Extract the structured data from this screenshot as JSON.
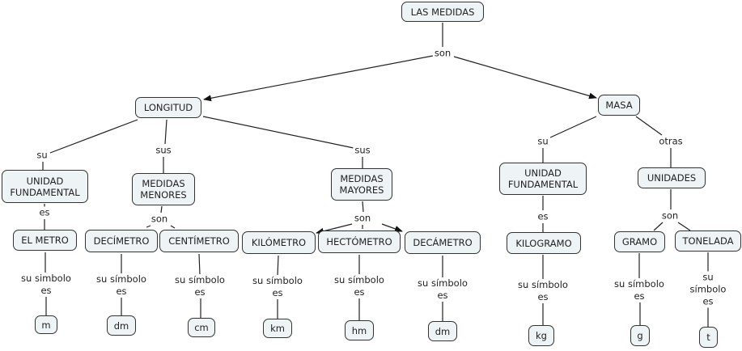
{
  "title": "LAS MEDIDAS",
  "colors": {
    "node_fill": "#eef3f6",
    "node_border": "#333333",
    "line": "#222222"
  },
  "concepts": {
    "root": "LAS MEDIDAS",
    "longitud": "LONGITUD",
    "masa": "MASA",
    "unidad_fund_long": "UNIDAD\nFUNDAMENTAL",
    "medidas_menores": "MEDIDAS\nMENORES",
    "medidas_mayores": "MEDIDAS\nMAYORES",
    "el_metro": "EL METRO",
    "decimetro": "DECÍMETRO",
    "centimetro": "CENTÍMETRO",
    "kilometro": "KILÓMETRO",
    "hectometro": "HECTÓMETRO",
    "decametro": "DECÁMETRO",
    "unidad_fund_masa": "UNIDAD\nFUNDAMENTAL",
    "unidades": "UNIDADES",
    "kilogramo": "KILOGRAMO",
    "gramo": "GRAMO",
    "tonelada": "TONELADA",
    "sym_m": "m",
    "sym_dm": "dm",
    "sym_cm": "cm",
    "sym_km": "km",
    "sym_hm": "hm",
    "sym_dam": "dm",
    "sym_kg": "kg",
    "sym_g": "g",
    "sym_t": "t"
  },
  "linking_phrases": {
    "son_root": "son",
    "su_long": "su",
    "sus_menores": "sus",
    "sus_mayores": "sus",
    "es_long": "es",
    "son_menores": "son",
    "son_mayores": "son",
    "simb_metro": "su simbolo\nes",
    "simb_dec": "su símbolo\nes",
    "simb_cent": "su símbolo\nes",
    "simb_kil": "su símbolo\nes",
    "simb_hec": "su símbolo\nes",
    "simb_deca": "su símbolo\nes",
    "su_masa": "su",
    "otras_masa": "otras",
    "es_masa": "es",
    "son_unidades": "son",
    "simb_kg": "su símbolo\nes",
    "simb_g": "su símbolo\nes",
    "simb_t": "su símbolo\nes"
  }
}
